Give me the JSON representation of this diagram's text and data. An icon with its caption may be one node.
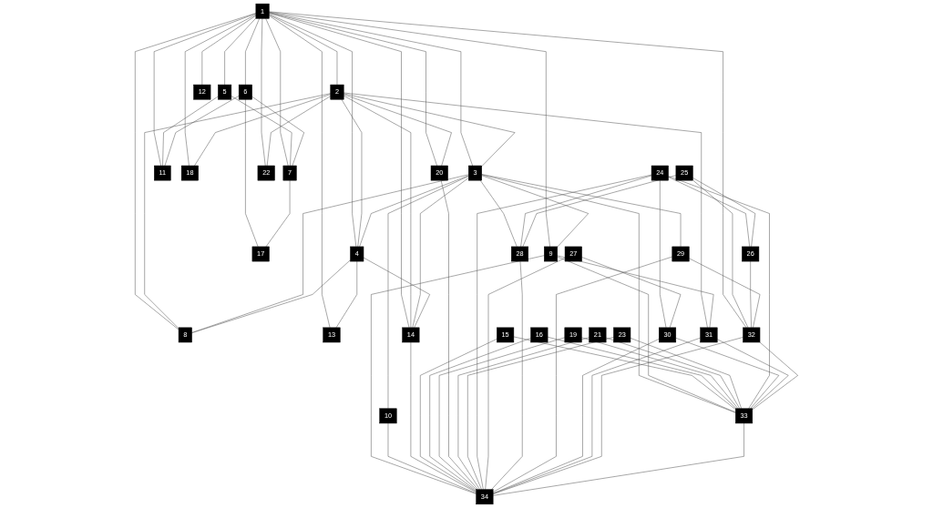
{
  "diagram": {
    "nodes": [
      {
        "text": [
          "1"
        ]
      },
      {
        "text": [
          "2"
        ]
      },
      {
        "text": [
          "3"
        ]
      },
      {
        "text": [
          "4"
        ]
      },
      {
        "text": [
          "5"
        ]
      },
      {
        "text": [
          "6"
        ]
      },
      {
        "text": [
          "7"
        ]
      },
      {
        "text": [
          "8"
        ]
      },
      {
        "text": [
          "9"
        ]
      },
      {
        "text": [
          "10"
        ]
      },
      {
        "text": [
          "11"
        ]
      },
      {
        "text": [
          "12"
        ]
      },
      {
        "text": [
          "13"
        ]
      },
      {
        "text": [
          "14"
        ]
      },
      {
        "text": [
          "15"
        ]
      },
      {
        "text": [
          "16"
        ]
      },
      {
        "text": [
          "17"
        ]
      },
      {
        "text": [
          "18"
        ]
      },
      {
        "text": [
          "19"
        ]
      },
      {
        "text": [
          "20"
        ]
      },
      {
        "text": [
          "21"
        ]
      },
      {
        "text": [
          "22"
        ]
      },
      {
        "text": [
          "23"
        ]
      },
      {
        "text": [
          "24"
        ]
      },
      {
        "text": [
          "25"
        ]
      },
      {
        "text": [
          "26"
        ]
      },
      {
        "text": [
          "27"
        ]
      },
      {
        "text": [
          "28"
        ]
      },
      {
        "text": [
          "29"
        ]
      },
      {
        "text": [
          "30"
        ]
      },
      {
        "text": [
          "31"
        ]
      },
      {
        "text": [
          "32"
        ]
      },
      {
        "text": [
          "33"
        ]
      },
      {
        "text": [
          "34"
        ]
      }
    ],
    "edges": [
      {
        "from": 0,
        "to": 1,
        "arrow": "none"
      },
      {
        "from": 0,
        "to": 2,
        "arrow": "none"
      },
      {
        "from": 0,
        "to": 3,
        "arrow": "none"
      },
      {
        "from": 0,
        "to": 4,
        "arrow": "none"
      },
      {
        "from": 0,
        "to": 5,
        "arrow": "none"
      },
      {
        "from": 0,
        "to": 6,
        "arrow": "none"
      },
      {
        "from": 0,
        "to": 7,
        "arrow": "none"
      },
      {
        "from": 0,
        "to": 8,
        "arrow": "none"
      },
      {
        "from": 0,
        "to": 10,
        "arrow": "none"
      },
      {
        "from": 0,
        "to": 11,
        "arrow": "none"
      },
      {
        "from": 0,
        "to": 12,
        "arrow": "none"
      },
      {
        "from": 0,
        "to": 13,
        "arrow": "none"
      },
      {
        "from": 0,
        "to": 17,
        "arrow": "none"
      },
      {
        "from": 0,
        "to": 19,
        "arrow": "none"
      },
      {
        "from": 0,
        "to": 21,
        "arrow": "none"
      },
      {
        "from": 0,
        "to": 31,
        "arrow": "none"
      },
      {
        "from": 1,
        "to": 2,
        "arrow": "none"
      },
      {
        "from": 1,
        "to": 3,
        "arrow": "none"
      },
      {
        "from": 1,
        "to": 7,
        "arrow": "none"
      },
      {
        "from": 1,
        "to": 13,
        "arrow": "none"
      },
      {
        "from": 1,
        "to": 17,
        "arrow": "none"
      },
      {
        "from": 1,
        "to": 19,
        "arrow": "none"
      },
      {
        "from": 1,
        "to": 21,
        "arrow": "none"
      },
      {
        "from": 1,
        "to": 30,
        "arrow": "none"
      },
      {
        "from": 2,
        "to": 3,
        "arrow": "none"
      },
      {
        "from": 2,
        "to": 7,
        "arrow": "none"
      },
      {
        "from": 2,
        "to": 8,
        "arrow": "none"
      },
      {
        "from": 2,
        "to": 9,
        "arrow": "none"
      },
      {
        "from": 2,
        "to": 13,
        "arrow": "none"
      },
      {
        "from": 2,
        "to": 27,
        "arrow": "none"
      },
      {
        "from": 2,
        "to": 28,
        "arrow": "none"
      },
      {
        "from": 2,
        "to": 32,
        "arrow": "none"
      },
      {
        "from": 3,
        "to": 7,
        "arrow": "none"
      },
      {
        "from": 3,
        "to": 12,
        "arrow": "none"
      },
      {
        "from": 3,
        "to": 13,
        "arrow": "none"
      },
      {
        "from": 4,
        "to": 6,
        "arrow": "none"
      },
      {
        "from": 4,
        "to": 10,
        "arrow": "none"
      },
      {
        "from": 5,
        "to": 6,
        "arrow": "none"
      },
      {
        "from": 5,
        "to": 10,
        "arrow": "none"
      },
      {
        "from": 5,
        "to": 16,
        "arrow": "none"
      },
      {
        "from": 6,
        "to": 16,
        "arrow": "none"
      },
      {
        "from": 8,
        "to": 30,
        "arrow": "none"
      },
      {
        "from": 8,
        "to": 32,
        "arrow": "none"
      },
      {
        "from": 8,
        "to": 33,
        "arrow": "none"
      },
      {
        "from": 9,
        "to": 33,
        "arrow": "none"
      },
      {
        "from": 13,
        "to": 33,
        "arrow": "none"
      },
      {
        "from": 14,
        "to": 32,
        "arrow": "none"
      },
      {
        "from": 14,
        "to": 33,
        "arrow": "none"
      },
      {
        "from": 15,
        "to": 32,
        "arrow": "none"
      },
      {
        "from": 15,
        "to": 33,
        "arrow": "none"
      },
      {
        "from": 18,
        "to": 32,
        "arrow": "none"
      },
      {
        "from": 18,
        "to": 33,
        "arrow": "none"
      },
      {
        "from": 19,
        "to": 33,
        "arrow": "none"
      },
      {
        "from": 20,
        "to": 32,
        "arrow": "none"
      },
      {
        "from": 20,
        "to": 33,
        "arrow": "none"
      },
      {
        "from": 22,
        "to": 32,
        "arrow": "none"
      },
      {
        "from": 22,
        "to": 33,
        "arrow": "none"
      },
      {
        "from": 23,
        "to": 25,
        "arrow": "none"
      },
      {
        "from": 23,
        "to": 27,
        "arrow": "none"
      },
      {
        "from": 23,
        "to": 29,
        "arrow": "none"
      },
      {
        "from": 23,
        "to": 32,
        "arrow": "none"
      },
      {
        "from": 23,
        "to": 33,
        "arrow": "none"
      },
      {
        "from": 24,
        "to": 25,
        "arrow": "none"
      },
      {
        "from": 24,
        "to": 27,
        "arrow": "none"
      },
      {
        "from": 24,
        "to": 31,
        "arrow": "none"
      },
      {
        "from": 25,
        "to": 31,
        "arrow": "none"
      },
      {
        "from": 26,
        "to": 29,
        "arrow": "none"
      },
      {
        "from": 26,
        "to": 33,
        "arrow": "none"
      },
      {
        "from": 27,
        "to": 33,
        "arrow": "none"
      },
      {
        "from": 28,
        "to": 31,
        "arrow": "none"
      },
      {
        "from": 28,
        "to": 33,
        "arrow": "none"
      },
      {
        "from": 29,
        "to": 32,
        "arrow": "none"
      },
      {
        "from": 29,
        "to": 33,
        "arrow": "none"
      },
      {
        "from": 30,
        "to": 32,
        "arrow": "none"
      },
      {
        "from": 30,
        "to": 33,
        "arrow": "none"
      },
      {
        "from": 31,
        "to": 32,
        "arrow": "none"
      },
      {
        "from": 31,
        "to": 33,
        "arrow": "none"
      },
      {
        "from": 32,
        "to": 33,
        "arrow": "none"
      }
    ]
  }
}
